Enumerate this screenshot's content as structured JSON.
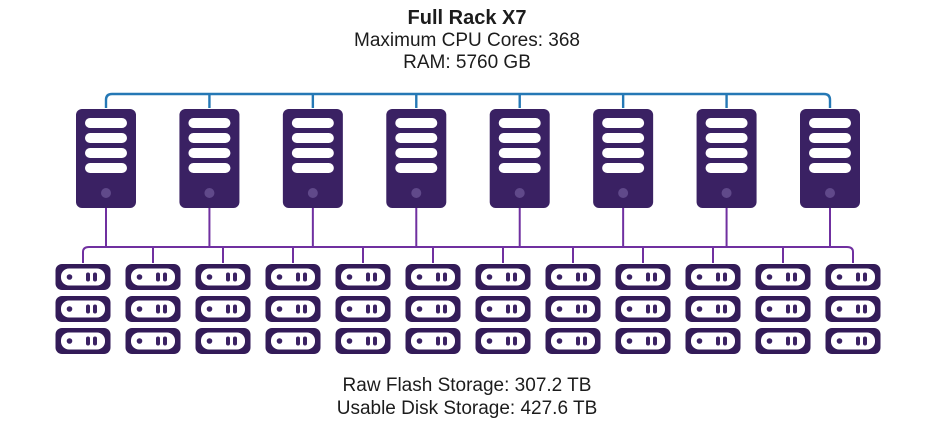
{
  "header": {
    "title": "Full Rack X7",
    "cpu_line": "Maximum CPU Cores: 368",
    "ram_line": "RAM: 5760 GB"
  },
  "footer": {
    "flash_line": "Raw Flash Storage: 307.2 TB",
    "disk_line": "Usable Disk Storage: 427.6 TB"
  },
  "diagram": {
    "server_count": 8,
    "storage_columns": 12,
    "storage_rows": 3,
    "icons": {
      "server": "server-tower-icon",
      "storage": "storage-shelf-icon"
    },
    "colors": {
      "background": "#ffffff",
      "server_fill": "#3a2163",
      "server_slot": "#ffffff",
      "server_dot": "#60498a",
      "storage_fill": "#331b58",
      "storage_inner": "#ffffff",
      "storage_detail": "#3a2163",
      "bus_blue": "#2578b5",
      "bus_purple": "#7030a0",
      "text": "#1c1c1c"
    }
  }
}
